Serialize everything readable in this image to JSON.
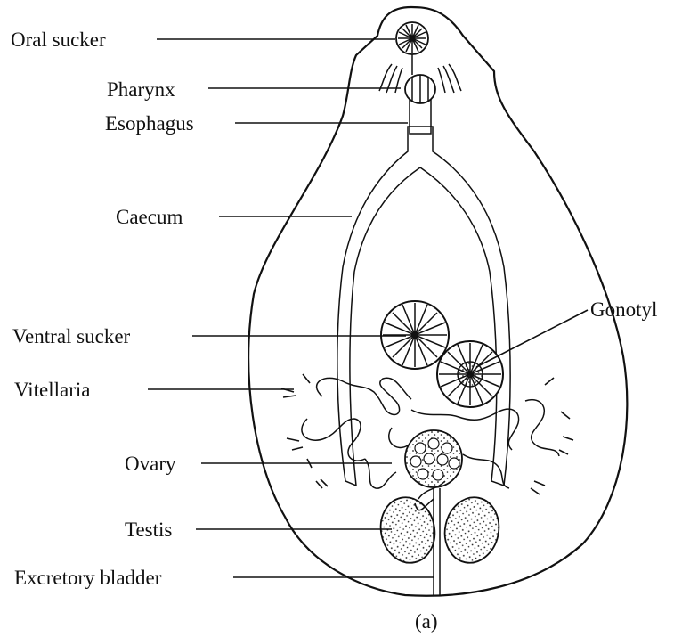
{
  "labels": {
    "oral_sucker": "Oral sucker",
    "pharynx": "Pharynx",
    "esophagus": "Esophagus",
    "caecum": "Caecum",
    "ventral_sucker": "Ventral sucker",
    "gonotyl": "Gonotyl",
    "vitellaria": "Vitellaria",
    "ovary": "Ovary",
    "testis": "Testis",
    "excretory_bladder": "Excretory bladder"
  },
  "caption": "(a)"
}
